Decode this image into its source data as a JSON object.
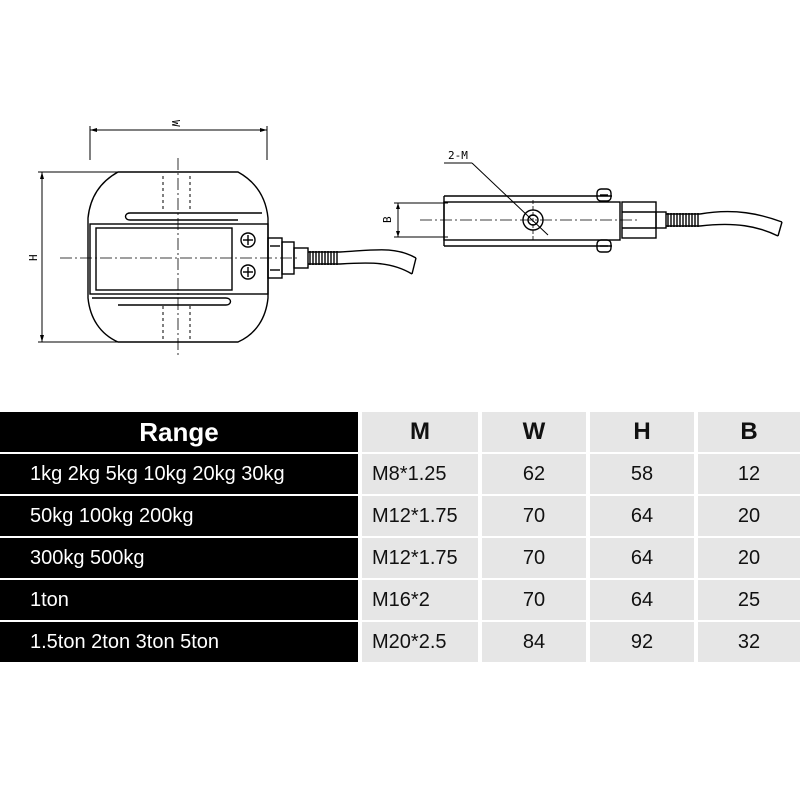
{
  "drawing": {
    "front_view": {
      "width_label": "W",
      "height_label": "H"
    },
    "side_view": {
      "thickness_label": "B",
      "thread_label": "2-M"
    }
  },
  "table": {
    "headers": {
      "range": "Range",
      "m": "M",
      "w": "W",
      "h": "H",
      "b": "B"
    },
    "rows": [
      {
        "range": "1kg  2kg 5kg 10kg 20kg 30kg",
        "m": "M8*1.25",
        "w": "62",
        "h": "58",
        "b": "12"
      },
      {
        "range": "50kg 100kg 200kg",
        "m": "M12*1.75",
        "w": "70",
        "h": "64",
        "b": "20"
      },
      {
        "range": "300kg 500kg",
        "m": "M12*1.75",
        "w": "70",
        "h": "64",
        "b": "20"
      },
      {
        "range": "1ton",
        "m": "M16*2",
        "w": "70",
        "h": "64",
        "b": "25"
      },
      {
        "range": "1.5ton 2ton 3ton 5ton",
        "m": "M20*2.5",
        "w": "84",
        "h": "92",
        "b": "32"
      }
    ]
  }
}
